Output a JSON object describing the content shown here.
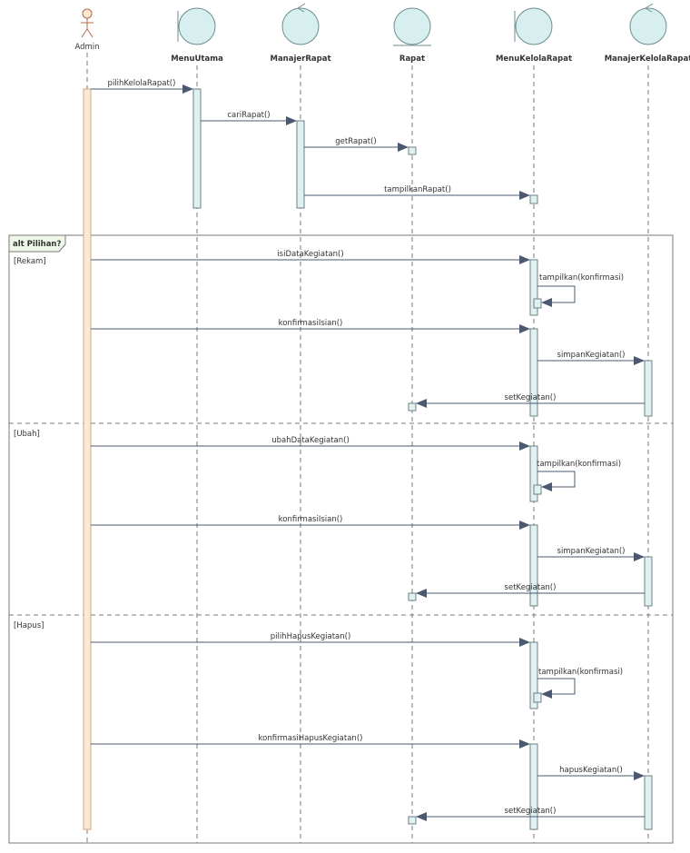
{
  "lifelines": {
    "admin": "Admin",
    "menu_utama": "MenuUtama",
    "manajer_rapat": "ManajerRapat",
    "rapat": "Rapat",
    "menu_kelola_rapat": "MenuKelolaRapat",
    "manajer_kelola_rapat": "ManajerKelolaRapat"
  },
  "messages": {
    "m1": "pilihKelolaRapat()",
    "m2": "cariRapat()",
    "m3": "getRapat()",
    "m4": "tampilkanRapat()",
    "m5": "isiDataKegiatan()",
    "m6": "tampilkan(konfirmasi)",
    "m7": "konfirmasiIsian()",
    "m8": "simpanKegiatan()",
    "m9": "setKegiatan()",
    "m10": "ubahDataKegiatan()",
    "m11": "tampilkan(konfirmasi)",
    "m12": "konfirmasiIsian()",
    "m13": "simpanKegiatan()",
    "m14": "setKegiatan()",
    "m15": "pilihHapusKegiatan()",
    "m16": "tampilkan(konfirmasi)",
    "m17": "konfirmasiHapusKegiatan()",
    "m18": "hapusKegiatan()",
    "m19": "setKegiatan()"
  },
  "fragment": {
    "label": "alt Pilihan?",
    "guard_1": "[Rekam]",
    "guard_2": "[Ubah]",
    "guard_3": "[Hapus]"
  }
}
